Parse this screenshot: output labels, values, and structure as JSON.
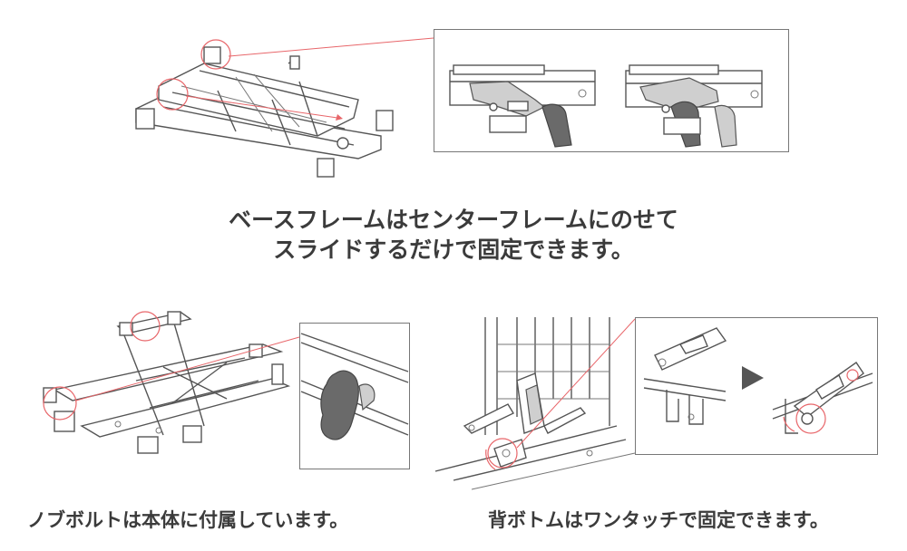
{
  "captions": {
    "top_line1": "ベースフレームはセンターフレームにのせて",
    "top_line2": "スライドするだけで固定できます。",
    "bottom_left": "ノブボルトは本体に付属しています。",
    "bottom_right": "背ボトムはワンタッチで固定できます。"
  },
  "colors": {
    "line": "#555555",
    "highlight_circle": "#e8666a",
    "knob_fill": "#6a6a6a",
    "arrow_fill": "#555555"
  },
  "icons": {
    "step_arrow": "triangle-right-icon"
  }
}
